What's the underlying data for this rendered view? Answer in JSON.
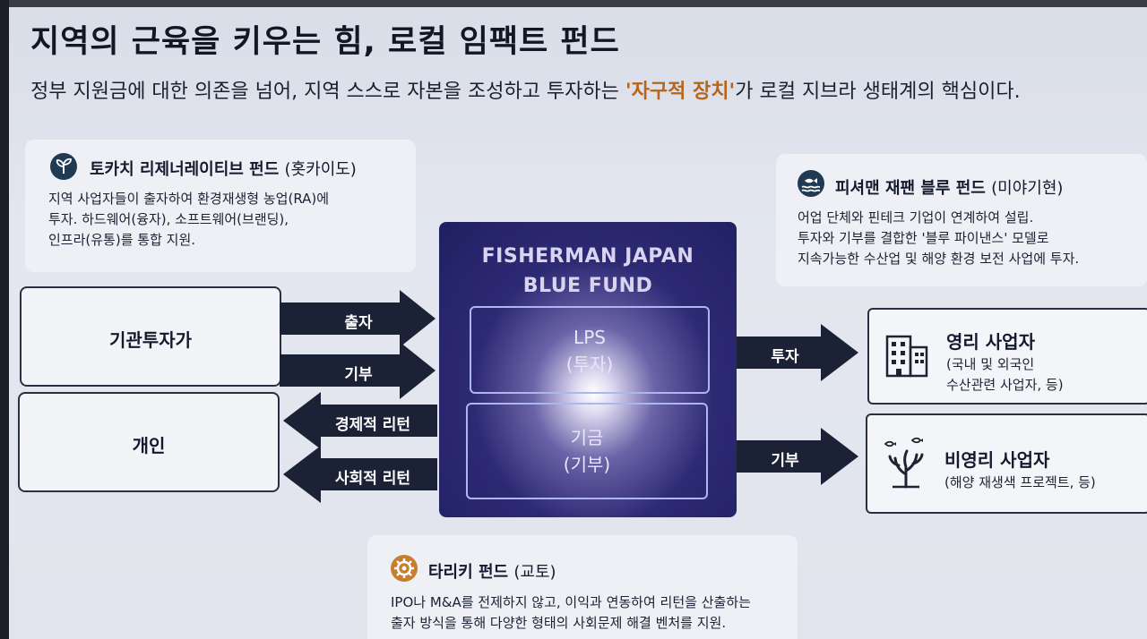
{
  "title": "지역의 근육을 키우는 힘, 로컬 임팩트 펀드",
  "subtitle": {
    "before": "정부 지원금에 대한 의존을 넘어, 지역 스스로 자본을 조성하고 투자하는 ",
    "highlight": "'자구적 장치'",
    "after": "가 로컬 지브라 생태계의 핵심이다."
  },
  "colors": {
    "highlight": "#b8651a",
    "fund_bg": "#2d2a74",
    "arrow": "#1c2236"
  },
  "tokachi": {
    "icon": "sprout-icon",
    "name": "토카치 리제너레이티브 펀드",
    "location": "(홋카이도)",
    "lines": [
      "지역 사업자들이 출자하여 환경재생형 농업(RA)에",
      "투자. 하드웨어(융자), 소프트웨어(브랜딩),",
      "인프라(유통)를 통합 지원."
    ]
  },
  "fisherman_japan": {
    "icon": "fish-wave-icon",
    "name": "피셔맨 재팬 블루 펀드",
    "location": "(미야기현)",
    "lines": [
      "어업 단체와 핀테크 기업이 연계하여 설립.",
      "투자와 기부를 결합한 '블루 파이낸스' 모델로",
      "지속가능한 수산업 및 해양 환경 보전 사업에 투자."
    ]
  },
  "tariki": {
    "icon": "gear-icon",
    "name": "타리키 펀드",
    "location": "(교토)",
    "lines": [
      "IPO나 M&A를 전제하지 않고, 이익과 연동하여 리턴을 산출하는",
      "출자 방식을 통해 다양한 형태의 사회문제 해결 벤처를 지원."
    ]
  },
  "sources": {
    "institutional": "기관투자가",
    "individual": "개인"
  },
  "arrows": {
    "invest_in": "출자",
    "donate_in": "기부",
    "economic_return": "경제적 리턴",
    "social_return": "사회적 리턴",
    "invest_out": "투자",
    "donate_out": "기부"
  },
  "fund": {
    "title_line1": "FISHERMAN JAPAN",
    "title_line2": "BLUE FUND",
    "lps_label": "LPS",
    "lps_sub": "(투자)",
    "fund_label": "기금",
    "fund_sub": "(기부)"
  },
  "targets": {
    "profit": {
      "icon": "building-icon",
      "title": "영리 사업자",
      "line1": "(국내 및 외국인",
      "line2": "수산관련 사업자, 등)"
    },
    "nonprofit": {
      "icon": "coral-fish-icon",
      "title": "비영리 사업자",
      "line1": "(해양 재생색 프로젝트, 등)"
    }
  }
}
